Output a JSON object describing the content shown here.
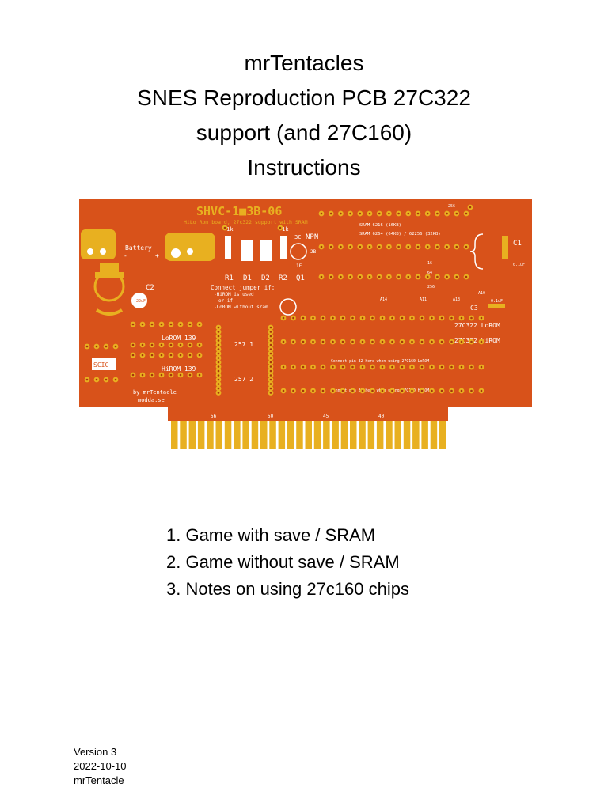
{
  "title": {
    "lines": [
      "mrTentacles",
      "SNES Reproduction PCB 27C322",
      "support (and 27C160)",
      "Instructions"
    ]
  },
  "pcb": {
    "board_title": "SHVC-1■3B-06",
    "subtitle": "HiLo Rom board, 27c322 support with SRAM",
    "battery": "Battery",
    "battery_minus": "-",
    "battery_plus": "+",
    "r1": "R1",
    "d1": "D1",
    "d2": "D2",
    "r2": "R2",
    "q1": "Q1",
    "res_1k_a": "1k",
    "res_1k_b": "1k",
    "npn": "NPN",
    "pin_3c": "3C",
    "pin_2b": "2B",
    "pin_1e": "1E",
    "c1": "C1",
    "c2": "C2",
    "c3": "C3",
    "cap_c1": "0.1uF",
    "cap_c2": "22uF",
    "cap_c3": "0.1uF",
    "sram_1": "SRAM 6216 (16KB)",
    "sram_2": "SRAM 6264 (64KB) / 62256 (32KB)",
    "jumper_1": "Connect jumper if:",
    "jumper_2": "-HiROM is used",
    "jumper_3": "or if",
    "jumper_4": "-LoROM without sram",
    "lorom139": "LoROM 139",
    "hirom139": "HiROM 139",
    "ic257_1": "257 1",
    "ic257_2": "257 2",
    "lorom322": "27C322 LoROM",
    "hirom322": "27C322 HiROM",
    "connect_lorom": "Connect pin 32 here when using 27C160 LoROM",
    "connect_hirom": "Connect pin 32 here when using 27C160 HiROM",
    "cic": "SCIC",
    "byline_1": "by mrTentacle",
    "byline_2": "modda.se",
    "pin_256": "256",
    "pin_16": "16",
    "pin_64": "64",
    "pin_256b": "256",
    "a14": "A14",
    "a11": "A11",
    "a13": "A13",
    "a10": "A10",
    "edge_56": "56",
    "edge_50": "50",
    "edge_45": "45",
    "edge_40": "40",
    "colors": {
      "board": "#d8521a",
      "gold": "#e8b020",
      "silk": "#ffffff",
      "pad_hole": "#a8360c"
    }
  },
  "contents": [
    "1. Game with save / SRAM",
    "2. Game without save / SRAM",
    "3. Notes on using 27c160 chips"
  ],
  "footer": {
    "version": "Version 3",
    "date": "2022-10-10",
    "author": "mrTentacle"
  }
}
